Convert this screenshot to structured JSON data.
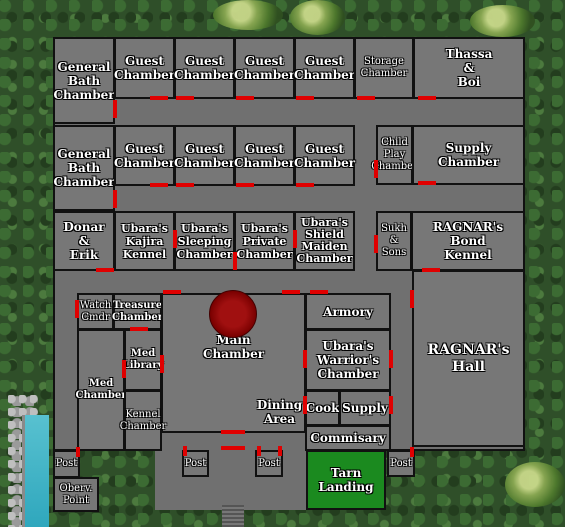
{
  "map": {
    "background": "#2f4f29",
    "floor_color": "#707070",
    "room_color": "#777777",
    "door_color": "#e00000",
    "tarn_color": "#1b8a1f"
  },
  "rooms": {
    "general_bath_1": "General\nBath\nChamber",
    "guest_1": "Guest\nChamber",
    "guest_2": "Guest\nChamber",
    "guest_3": "Guest\nChamber",
    "guest_4": "Guest\nChamber",
    "storage": "Storage\nChamber",
    "thassa_boi": "Thassa\n&\nBoi",
    "general_bath_2": "General\nBath\nChamber",
    "guest_5": "Guest\nChamber",
    "guest_6": "Guest\nChamber",
    "guest_7": "Guest\nChamber",
    "guest_8": "Guest\nChamber",
    "child_play": "Child\nPlay\nChamber",
    "supply": "Supply\nChamber",
    "donar_erik": "Donar\n&\nErik",
    "ubara_kajira": "Ubara's\nKajira\nKennel",
    "ubara_sleeping": "Ubara's\nSleeping\nChamber",
    "ubara_private": "Ubara's\nPrivate\nChamber",
    "ubara_shield": "Ubara's\nShield\nMaiden\nChamber",
    "sukh_sons": "Sukh\n&\nSons",
    "ragnar_bond": "RAGNAR's\nBond\nKennel",
    "watch_cmdr": "Watch\nCmdr",
    "treasure": "Treasure\nChamber",
    "main": "Main\nChamber",
    "armory": "Armory",
    "ubara_warrior": "Ubara's\nWarrior's\nChamber",
    "ragnar_hall": "RAGNAR's\nHall",
    "med_chamber": "Med\nChamber",
    "med_library": "Med\nLibrary",
    "kennel": "Kennel\nChamber",
    "dining": "Dining\nArea",
    "cook": "Cook",
    "supply_small": "Supply",
    "commisary": "Commisary",
    "post_1": "Post",
    "post_2": "Post",
    "post_3": "Post",
    "post_4": "Post",
    "observ": "Oberv.\nPoint",
    "tarn": "Tarn\nLanding"
  }
}
